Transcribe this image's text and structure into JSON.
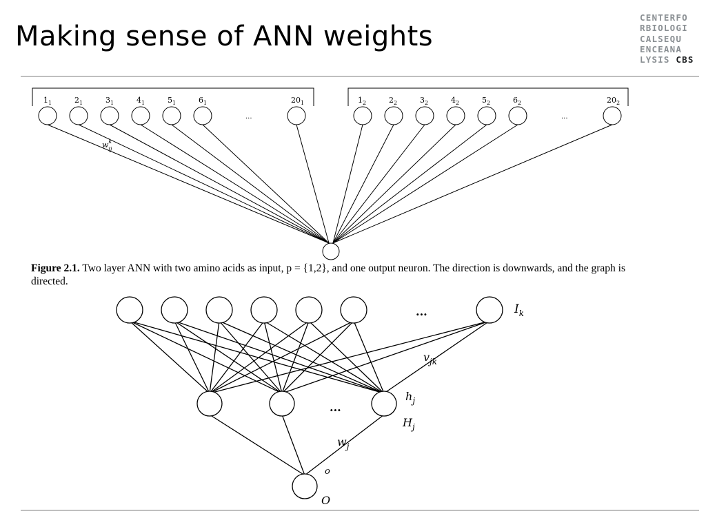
{
  "slide": {
    "title": "Making sense of ANN weights"
  },
  "logo": {
    "lines": [
      "CENTERFO",
      "RBIOLOGI",
      "CALSEQU",
      "ENCEANA"
    ],
    "last_line_prefix": "LYSIS",
    "last_line_brand": "CBS"
  },
  "figure1": {
    "group1_nodes": [
      "1",
      "2",
      "3",
      "4",
      "5",
      "6",
      "20"
    ],
    "group1_subscript": "1",
    "group2_nodes": [
      "1",
      "2",
      "3",
      "4",
      "5",
      "6",
      "20"
    ],
    "group2_subscript": "2",
    "ellipsis": "...",
    "weight_label": "w",
    "weight_sup": "k",
    "weight_sub": "ij",
    "caption_lead": "Figure 2.1.",
    "caption_text": "Two layer ANN with two amino acids as input, p = {1,2}, and one output neuron. The direction is downwards, and the graph is directed."
  },
  "figure2": {
    "input_label": "I",
    "input_sub": "k",
    "ellipsis": "...",
    "v_label": "v",
    "v_sub": "jk",
    "hidden_in_label": "h",
    "hidden_in_sub": "j",
    "hidden_out_label": "H",
    "hidden_out_sub": "j",
    "w_label": "w",
    "w_sub": "j",
    "out_in_label": "o",
    "out_label": "O"
  }
}
